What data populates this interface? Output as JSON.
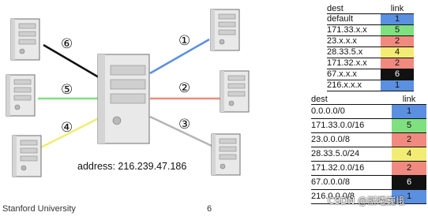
{
  "ports": [
    "⑥",
    "⑤",
    "④",
    "①",
    "②",
    "③"
  ],
  "router_address": "address: 216.239.47.186",
  "link_colors": {
    "1": "#5b8fe0",
    "2": "#f08a80",
    "3": "#b5b5b5",
    "4": "#f2ec75",
    "5": "#7fe07f",
    "6": "#111111"
  },
  "table_small": {
    "headers": {
      "dest": "dest",
      "link": "link"
    },
    "rows": [
      {
        "dest": "default",
        "link": "1"
      },
      {
        "dest": "171.33.x.x",
        "link": "5"
      },
      {
        "dest": "23.x.x.x",
        "link": "2"
      },
      {
        "dest": "28.33.5.x",
        "link": "4"
      },
      {
        "dest": "171.32.x.x",
        "link": "2"
      },
      {
        "dest": "67.x.x.x",
        "link": "6"
      },
      {
        "dest": "216.x.x.x",
        "link": "1"
      }
    ]
  },
  "table_large": {
    "headers": {
      "dest": "dest",
      "link": "link"
    },
    "rows": [
      {
        "dest": "0.0.0.0/0",
        "link": "1"
      },
      {
        "dest": "171.33.0.0/16",
        "link": "5"
      },
      {
        "dest": "23.0.0.0/8",
        "link": "2"
      },
      {
        "dest": "28.33.5.0/24",
        "link": "4"
      },
      {
        "dest": "171.32.0.0/16",
        "link": "2"
      },
      {
        "dest": "67.0.0.0/8",
        "link": "6"
      },
      {
        "dest": "216.0.0.0/8",
        "link": "1"
      }
    ]
  },
  "footer": {
    "institution": "Stanford University",
    "page_number": "6"
  },
  "watermark": "CSDN @斯曦巍峨"
}
